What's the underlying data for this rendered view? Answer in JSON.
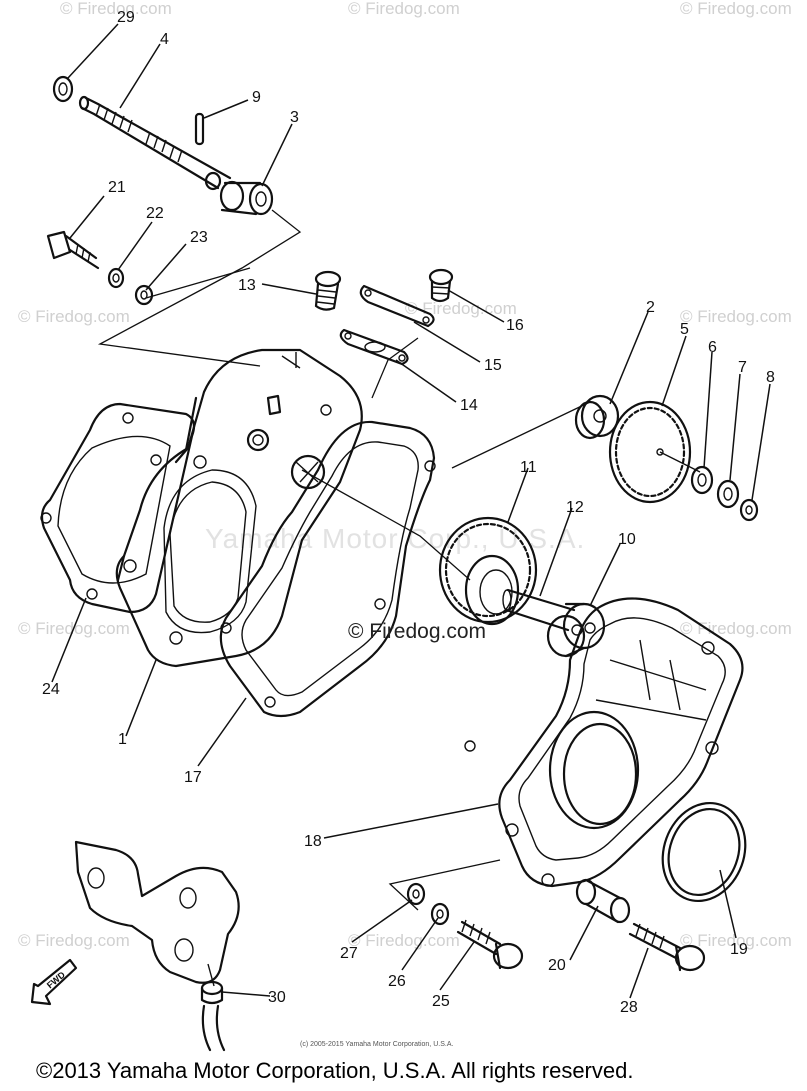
{
  "watermarks": {
    "site": "© Firedog.com",
    "center": "© Firedog.com",
    "company": "Yamaha Motor Corp., U.S.A."
  },
  "small_copyright": "(c) 2005-2015 Yamaha Motor Corporation, U.S.A.",
  "copyright": "©2013 Yamaha Motor Corporation, U.S.A. All rights reserved.",
  "fwd_label": "FWD",
  "callouts": [
    "29",
    "4",
    "9",
    "3",
    "21",
    "22",
    "23",
    "13",
    "16",
    "15",
    "14",
    "2",
    "5",
    "6",
    "7",
    "8",
    "11",
    "12",
    "10",
    "24",
    "1",
    "17",
    "18",
    "19",
    "20",
    "27",
    "26",
    "25",
    "28",
    "30"
  ]
}
